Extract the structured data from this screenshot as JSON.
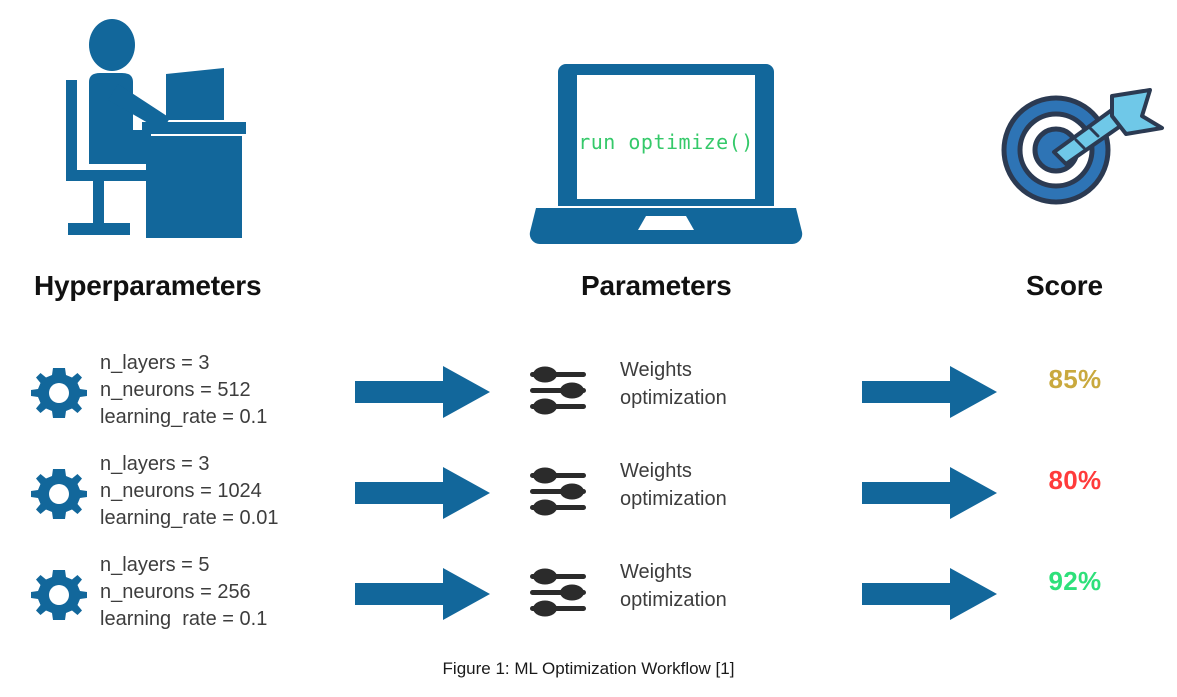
{
  "figure": {
    "caption": "Figure 1: ML Optimization Workflow [1]"
  },
  "colors": {
    "brand_blue": "#12679B",
    "target_ring_blue": "#2E74B5",
    "dart_blue": "#6FC8E8",
    "outline_navy": "#2B3A52",
    "code_green": "#35c96a",
    "text_gray": "#3d3d3d",
    "heading_black": "#111111",
    "score_gold": "#C9A93E",
    "score_red": "#FF3B3B",
    "score_green": "#2EE07A"
  },
  "illustrations": {
    "person": {
      "icon": "person-at-desk-icon",
      "alt": "Person sitting at a desk with a laptop"
    },
    "laptop": {
      "icon": "laptop-icon",
      "screen_text": "run optimize()"
    },
    "target": {
      "icon": "target-with-dart-icon",
      "alt": "Bullseye target hit by a dart"
    }
  },
  "headings": {
    "hyperparameters": "Hyperparameters",
    "parameters": "Parameters",
    "score": "Score"
  },
  "rows": [
    {
      "gear_icon": "gear-icon",
      "hyperparameters": [
        "n_layers = 3",
        "n_neurons = 512",
        "learning_rate = 0.1"
      ],
      "arrow_left_icon": "arrow-right-icon",
      "slider_icon": "sliders-icon",
      "parameters": [
        "Weights",
        "optimization"
      ],
      "arrow_right_icon": "arrow-right-icon",
      "score": "85%",
      "score_color": "#C9A93E"
    },
    {
      "gear_icon": "gear-icon",
      "hyperparameters": [
        "n_layers = 3",
        "n_neurons = 1024",
        "learning_rate = 0.01"
      ],
      "arrow_left_icon": "arrow-right-icon",
      "slider_icon": "sliders-icon",
      "parameters": [
        "Weights",
        "optimization"
      ],
      "arrow_right_icon": "arrow-right-icon",
      "score": "80%",
      "score_color": "#FF3B3B"
    },
    {
      "gear_icon": "gear-icon",
      "hyperparameters": [
        "n_layers = 5",
        "n_neurons = 256",
        "learning  rate = 0.1"
      ],
      "arrow_left_icon": "arrow-right-icon",
      "slider_icon": "sliders-icon",
      "parameters": [
        "Weights",
        "optimization"
      ],
      "arrow_right_icon": "arrow-right-icon",
      "score": "92%",
      "score_color": "#2EE07A"
    }
  ]
}
